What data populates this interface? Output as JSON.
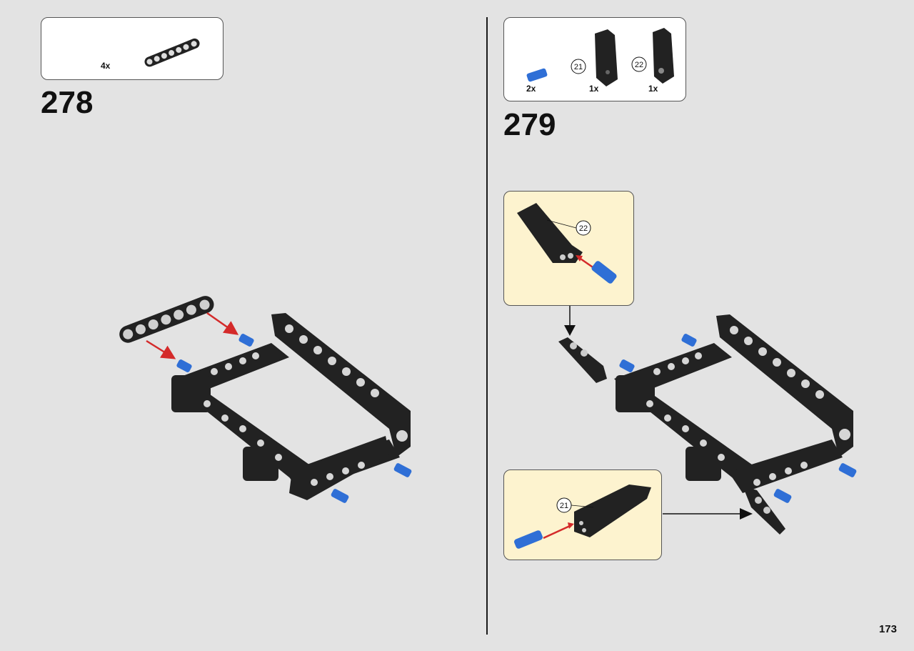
{
  "step_left": {
    "number": "278",
    "parts": [
      {
        "icon": "beam-7-black",
        "qty": "4x"
      }
    ]
  },
  "step_right": {
    "number": "279",
    "parts": [
      {
        "icon": "pin-blue",
        "qty": "2x"
      },
      {
        "icon": "panel-21",
        "ref": "21",
        "qty": "1x"
      },
      {
        "icon": "panel-22",
        "ref": "22",
        "qty": "1x"
      }
    ],
    "callout_top": {
      "ref": "22"
    },
    "callout_bottom": {
      "ref": "21"
    }
  },
  "page": {
    "number": "173"
  },
  "colors": {
    "part_black": "#222222",
    "pin_blue": "#2f6fd6",
    "arrow_red": "#d42a2a",
    "callout_bg": "#fdf3cf"
  }
}
